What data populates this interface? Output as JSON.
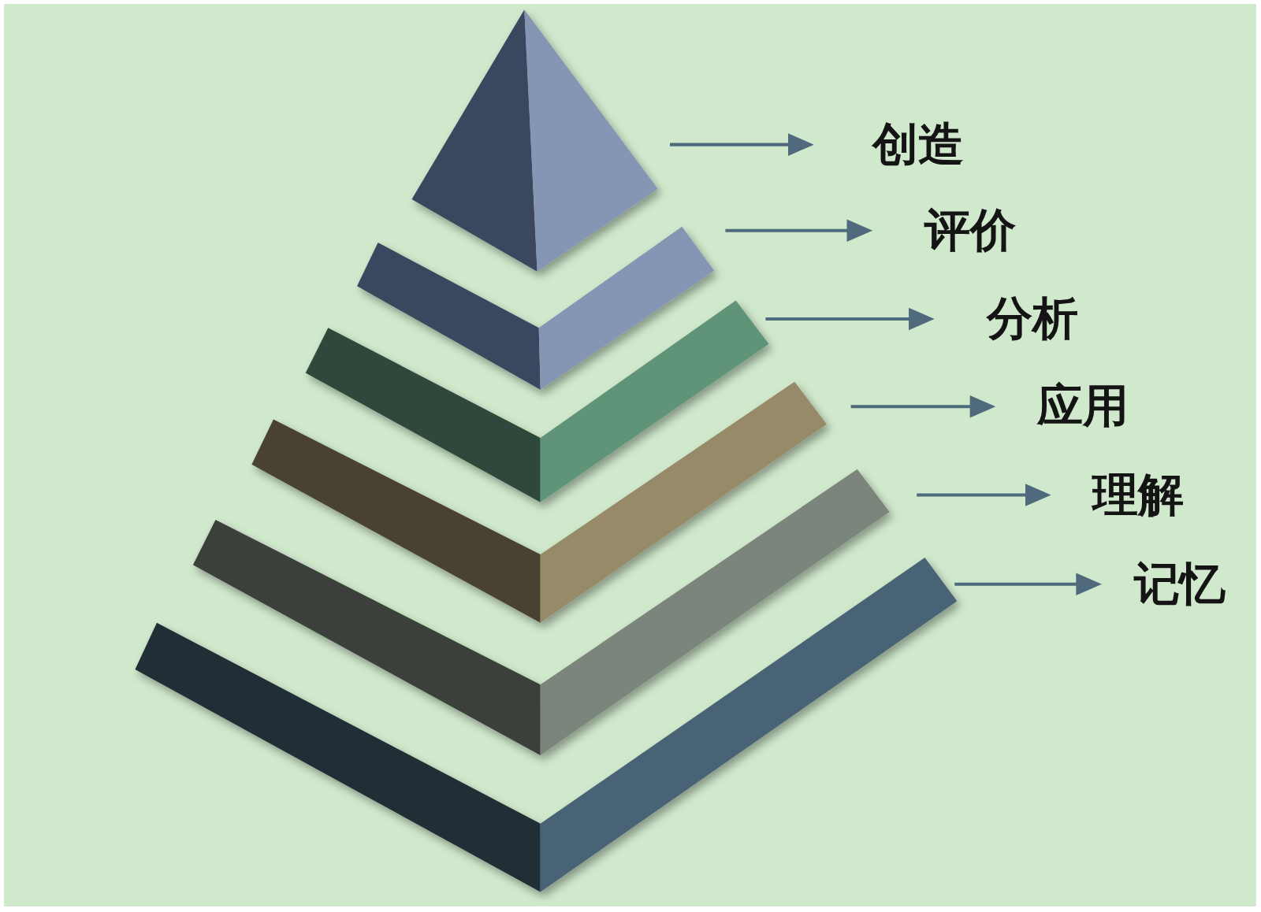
{
  "diagram": {
    "labels": [
      "创造",
      "评价",
      "分析",
      "应用",
      "理解",
      "记忆"
    ]
  }
}
